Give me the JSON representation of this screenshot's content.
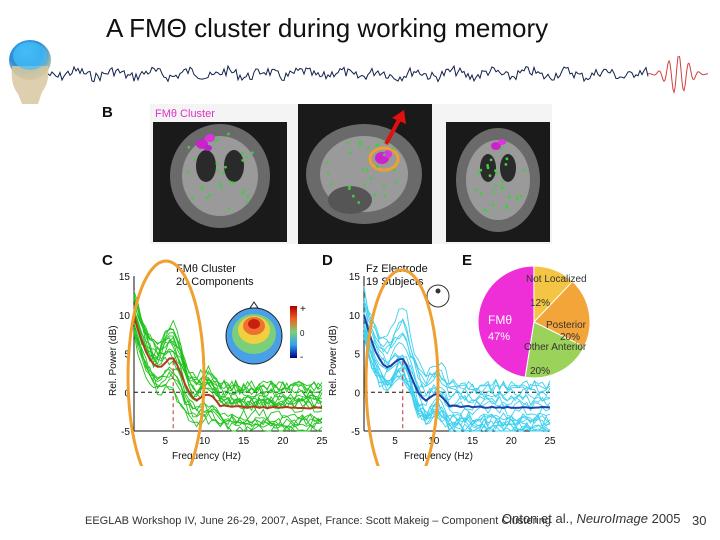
{
  "slide": {
    "title": "A FMΘ cluster during working memory",
    "footer": "EEGLAB Workshop IV, June 26-29, 2007, Aspet, France: Scott Makeig – Component Clustering",
    "citation_authors": "Onton et al., ",
    "citation_journal": "NeuroImage",
    "citation_year": " 2005",
    "page_number": "30"
  },
  "panels": {
    "b": {
      "letter": "B",
      "label": "FMθ Cluster"
    },
    "c": {
      "letter": "C",
      "legend_line1": "FMθ Cluster",
      "legend_line2": "20 Components",
      "colorbar_plus": "+",
      "colorbar_zero": "0",
      "colorbar_minus": "-"
    },
    "d": {
      "letter": "D",
      "legend_line1": "Fz Electrode",
      "legend_line2": "19 Subjects"
    },
    "e": {
      "letter": "E",
      "slices": [
        {
          "label": "FMθ",
          "pct": "47%",
          "value": 47,
          "color": "#ee2fd8"
        },
        {
          "label": "Not Localized",
          "pct": "12%",
          "value": 12,
          "color": "#f4c542"
        },
        {
          "label": "Posterior",
          "pct": "20%",
          "value": 20,
          "color": "#f4a53a"
        },
        {
          "label": "Other Anterior",
          "pct": "20%",
          "value": 20,
          "color": "#9bd35a"
        }
      ]
    }
  },
  "axes": {
    "ylabel": "Rel. Power (dB)",
    "xlabel": "Frequency (Hz)",
    "yticks": [
      "15",
      "10",
      "5",
      "0",
      "-5"
    ],
    "xticks": [
      "5",
      "10",
      "15",
      "20",
      "25"
    ]
  },
  "colors": {
    "cluster_traces": "#22c21e",
    "cluster_mean": "#b03a1a",
    "electrode_traces": "#3fd0ef",
    "electrode_mean": "#1f3fa8",
    "highlight_ring": "#f0a030",
    "arrow": "#e01010"
  }
}
